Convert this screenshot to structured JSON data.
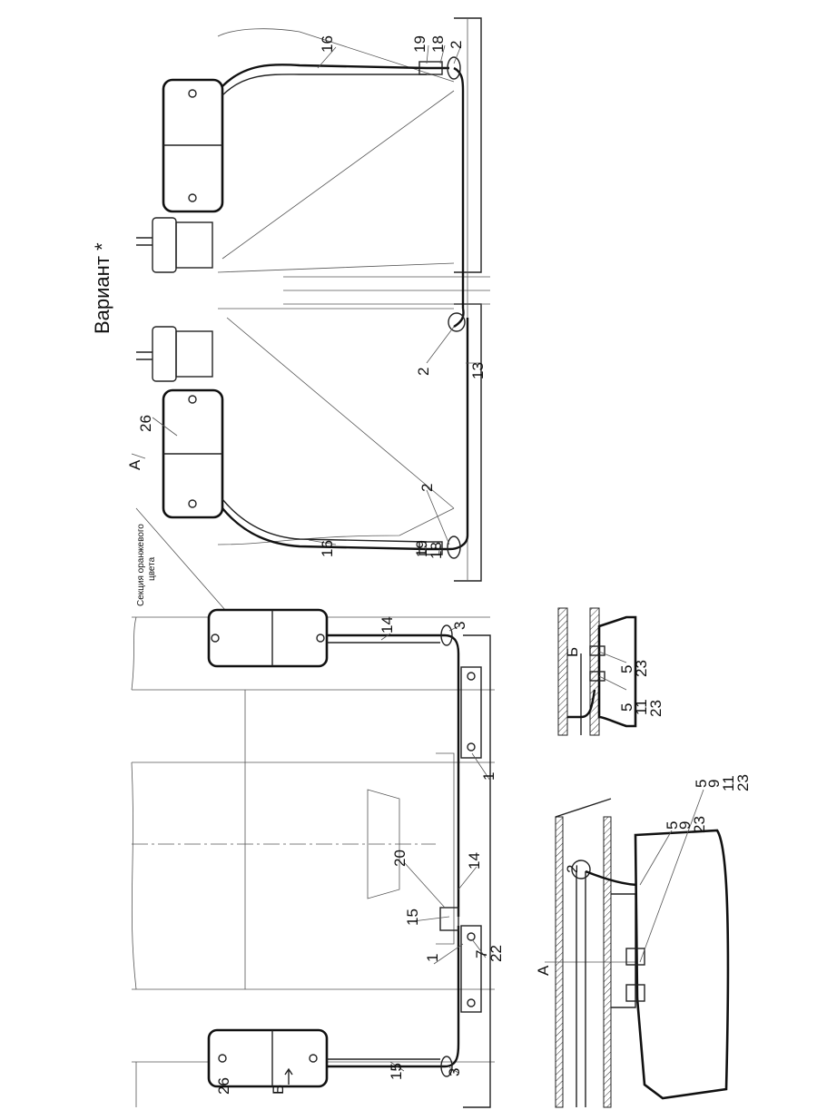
{
  "variant": {
    "title": "Вариант *",
    "labels": {
      "frame_top": "16",
      "top_19": "19",
      "top_18": "18",
      "top_2": "2",
      "mid_2": "2",
      "bar_13": "13",
      "lamp_26": "26",
      "view_a": "A",
      "low_2": "2",
      "frame_low": "16",
      "low_19": "19",
      "low_18": "18"
    },
    "note_line1": "Секция оранжевого",
    "note_line2": "цвета"
  },
  "main": {
    "labels": {
      "top_14": "14",
      "top_3": "3",
      "bracket_1_top": "1",
      "clamp_20": "20",
      "mid_14": "14",
      "mid_15": "15",
      "bracket_1_low": "1",
      "bolt_7": "7",
      "bolt_22": "22",
      "lamp_26": "26",
      "view_b": "Б",
      "low_15": "15",
      "low_3": "3"
    }
  },
  "detail_b": {
    "title": "Б",
    "group1": [
      "5",
      "11",
      "23"
    ],
    "group2": [
      "5",
      "23"
    ]
  },
  "detail_a": {
    "title": "A",
    "tube_2": "2",
    "group1": [
      "5",
      "9",
      "23"
    ],
    "group2": [
      "5",
      "9",
      "11",
      "23"
    ]
  }
}
